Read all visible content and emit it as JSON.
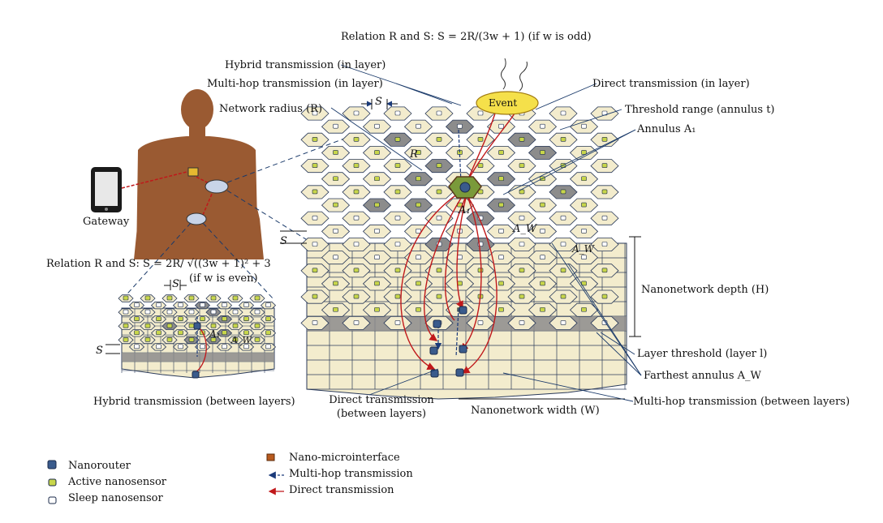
{
  "labels": {
    "relation_odd": "Relation R and S: S = 2R/(3w + 1) (if w is odd)",
    "hybrid_in_layer": "Hybrid transmission (in layer)",
    "multihop_in_layer": "Multi-hop transmission (in layer)",
    "direct_in_layer": "Direct transmission (in layer)",
    "network_radius": "Network radius (R)",
    "threshold_range": "Threshold range (annulus t)",
    "annulus_a1": "Annulus A₁",
    "gateway": "Gateway",
    "relation_even_1": "Relation R and S: S = 2R/ √((3w + 1)² + 3",
    "relation_even_2": "(if w is even)",
    "nanonetwork_depth": "Nanonetwork depth (H)",
    "layer_threshold": "Layer threshold (layer l)",
    "farthest_annulus": "Farthest annulus A_W",
    "multihop_between": "Multi-hop transmission (between layers)",
    "nanonetwork_width": "Nanonetwork width (W)",
    "direct_between_1": "Direct transmission",
    "direct_between_2": "(between layers)",
    "hybrid_between": "Hybrid transmission (between layers)",
    "s_top": "S",
    "s_mid": "S",
    "s_small_top": "S",
    "s_small_left": "S",
    "r_label": "R",
    "event": "Event",
    "a1_inner": "A₁",
    "aw_inner": "A_W",
    "aw_outer": "A_W",
    "a1_small": "A₁",
    "aw_small": "A_W"
  },
  "legend": [
    {
      "label": "Nanorouter",
      "icon": "nanorouter-icon",
      "color": "#3a5b8c"
    },
    {
      "label": "Active nanosensor",
      "icon": "active-nanosensor-icon",
      "color": "#c8d64a"
    },
    {
      "label": "Sleep nanosensor",
      "icon": "sleep-nanosensor-icon",
      "color": "#ffffff"
    },
    {
      "label": "Nano-microinterface",
      "icon": "nano-microinterface-icon",
      "color": "#b85a1e"
    },
    {
      "label": "Multi-hop transmission",
      "icon": "multihop-arrow-icon",
      "color": "#1a3a7a"
    },
    {
      "label": "Direct transmission",
      "icon": "direct-arrow-icon",
      "color": "#c0181a"
    }
  ],
  "colors": {
    "cell_fill": "#f3eccd",
    "cell_dark": "#8c8c8c",
    "cell_stroke": "#2a3a5a",
    "skin": "#9a5a32",
    "direct": "#c0181a",
    "event_fill": "#f5e04a"
  }
}
